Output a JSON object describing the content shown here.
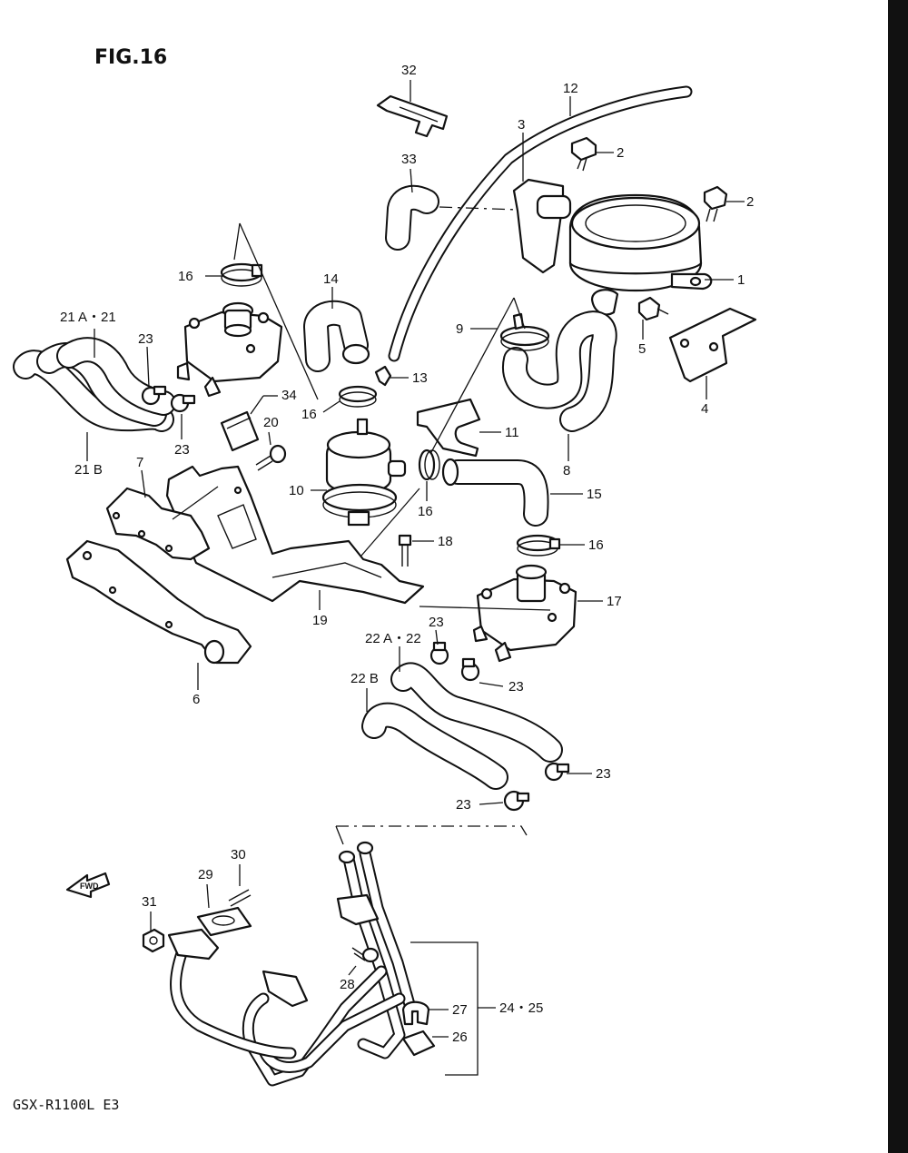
{
  "figure": {
    "title": "FIG.16",
    "model_code": "GSX-R1100L E3",
    "fwd_arrow_text": "FWD"
  },
  "callouts": [
    {
      "id": "c1",
      "text": "1"
    },
    {
      "id": "c2a",
      "text": "2"
    },
    {
      "id": "c2b",
      "text": "2"
    },
    {
      "id": "c3",
      "text": "3"
    },
    {
      "id": "c4",
      "text": "4"
    },
    {
      "id": "c5",
      "text": "5"
    },
    {
      "id": "c6",
      "text": "6"
    },
    {
      "id": "c7",
      "text": "7"
    },
    {
      "id": "c8",
      "text": "8"
    },
    {
      "id": "c9",
      "text": "9"
    },
    {
      "id": "c10",
      "text": "10"
    },
    {
      "id": "c11",
      "text": "11"
    },
    {
      "id": "c12",
      "text": "12"
    },
    {
      "id": "c13",
      "text": "13"
    },
    {
      "id": "c14",
      "text": "14"
    },
    {
      "id": "c15",
      "text": "15"
    },
    {
      "id": "c16a",
      "text": "16"
    },
    {
      "id": "c16b",
      "text": "16"
    },
    {
      "id": "c16c",
      "text": "16"
    },
    {
      "id": "c16d",
      "text": "16"
    },
    {
      "id": "c17",
      "text": "17"
    },
    {
      "id": "c18",
      "text": "18"
    },
    {
      "id": "c19",
      "text": "19"
    },
    {
      "id": "c20",
      "text": "20"
    },
    {
      "id": "c21a21",
      "text": "21 A・21"
    },
    {
      "id": "c21b",
      "text": "21 B"
    },
    {
      "id": "c22a22",
      "text": "22 A・22"
    },
    {
      "id": "c22b",
      "text": "22 B"
    },
    {
      "id": "c23a",
      "text": "23"
    },
    {
      "id": "c23b",
      "text": "23"
    },
    {
      "id": "c23c",
      "text": "23"
    },
    {
      "id": "c23d",
      "text": "23"
    },
    {
      "id": "c23e",
      "text": "23"
    },
    {
      "id": "c23f",
      "text": "23"
    },
    {
      "id": "c2425",
      "text": "24・25"
    },
    {
      "id": "c26",
      "text": "26"
    },
    {
      "id": "c27",
      "text": "27"
    },
    {
      "id": "c28",
      "text": "28"
    },
    {
      "id": "c29",
      "text": "29"
    },
    {
      "id": "c30",
      "text": "30"
    },
    {
      "id": "c31",
      "text": "31"
    },
    {
      "id": "c32",
      "text": "32"
    },
    {
      "id": "c33",
      "text": "33"
    },
    {
      "id": "c34",
      "text": "34"
    }
  ]
}
